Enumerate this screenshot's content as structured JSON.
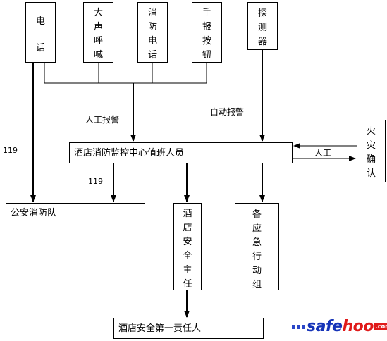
{
  "sources": [
    {
      "id": "phone",
      "label": "电话"
    },
    {
      "id": "loudspeaker",
      "label": "大声呼喊"
    },
    {
      "id": "fire-phone",
      "label": "消防电话"
    },
    {
      "id": "manual-alarm",
      "label": "手报按钮"
    },
    {
      "id": "detector",
      "label": "探测器"
    }
  ],
  "center": {
    "label": "酒店消防监控中心值班人员"
  },
  "fire_confirm": {
    "label": "火灾确认"
  },
  "police": {
    "label": "公安消防队"
  },
  "safety_manager": {
    "label": "酒店安全主任"
  },
  "emergency_teams": {
    "label": "各应急行动组"
  },
  "first_responsible": {
    "label": "酒店安全第一责任人"
  },
  "labels": {
    "manual_alarm": "人工报警",
    "auto_alarm": "自动报警",
    "manual": "人工",
    "num_119_left": "119",
    "num_119_mid": "119"
  },
  "watermark": {
    "main": "safe",
    "accent": "hoo",
    "tld": ".com"
  }
}
